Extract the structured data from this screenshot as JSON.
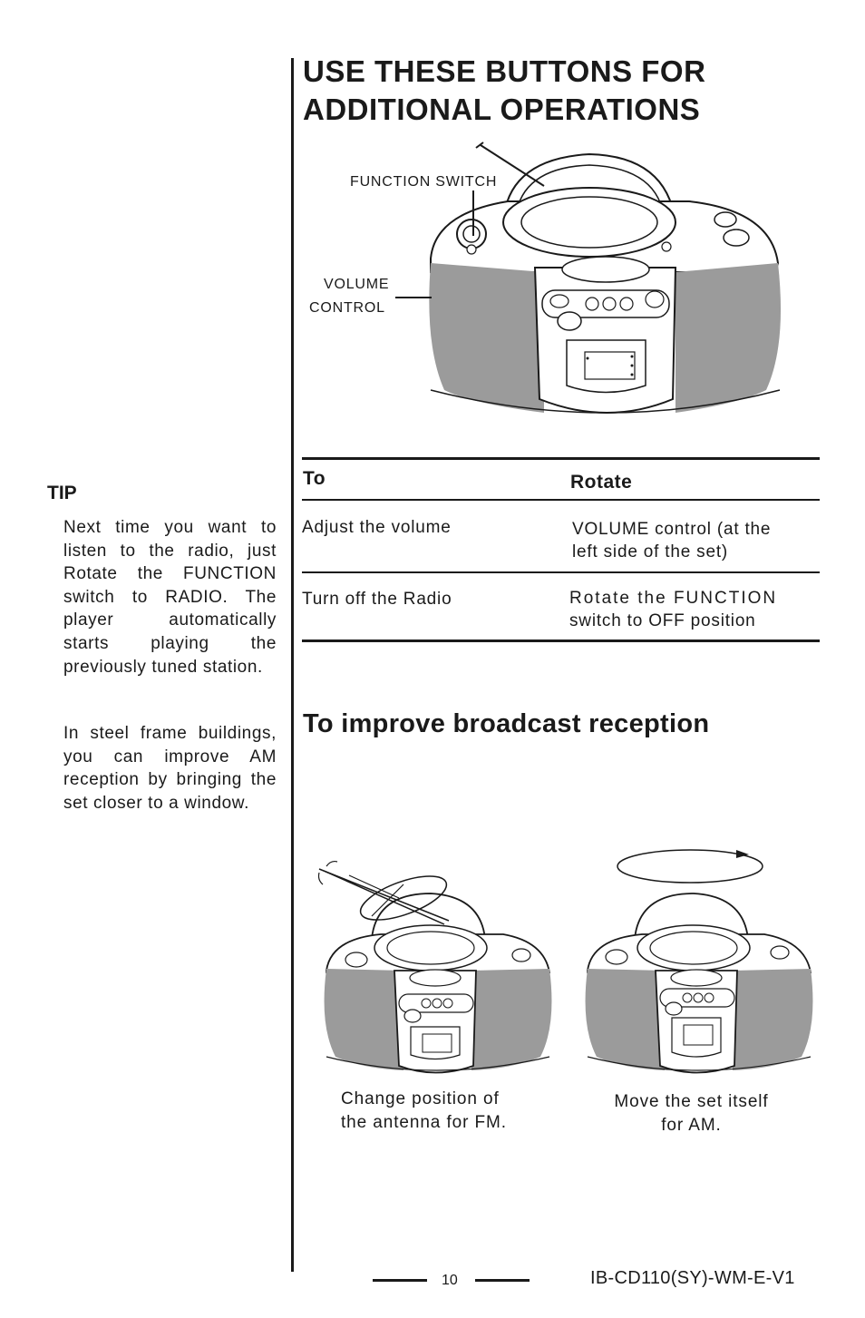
{
  "main": {
    "title_line1": "USE THESE BUTTONS FOR",
    "title_line2": "ADDITIONAL OPERATIONS",
    "diagram_labels": {
      "function_switch": "FUNCTION SWITCH",
      "volume": "VOLUME",
      "control": "CONTROL"
    },
    "table": {
      "headers": [
        "To",
        "Rotate"
      ],
      "rows": [
        {
          "to": "Adjust the volume",
          "rotate_line1": "VOLUME control (at the",
          "rotate_line2": "left side of the set)"
        },
        {
          "to": "Turn off the Radio",
          "rotate_line1": "Rotate the FUNCTION",
          "rotate_line2": "switch to OFF position"
        }
      ]
    },
    "reception_title": "To improve broadcast reception",
    "captions": {
      "fm_line1": "Change position of",
      "fm_line2": "the antenna for FM.",
      "am_line1": "Move the set itself",
      "am_line2": "for AM."
    }
  },
  "sidebar": {
    "tip_heading": "TIP",
    "tip_paragraph1": "Next time you want to listen to the radio, just Rotate the FUNCTION switch to RADIO.  The player automatically starts playing the previously tuned station.",
    "tip_paragraph2": "In steel frame buildings, you can improve AM reception by bringing the set closer to a window."
  },
  "footer": {
    "page_number": "10",
    "doc_code": "IB-CD110(SY)-WM-E-V1"
  },
  "colors": {
    "ink": "#1a1a1a",
    "speaker_gray": "#9b9b9b"
  }
}
